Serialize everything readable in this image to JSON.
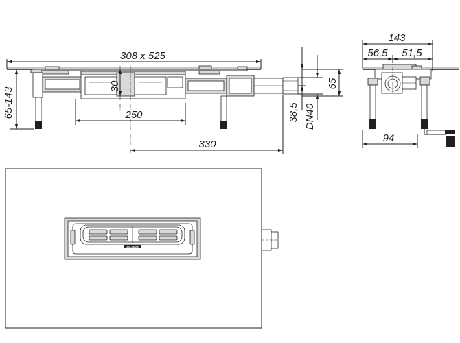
{
  "dimensions": {
    "overall_size": "308 x 525",
    "height_range": "65-143",
    "depth": "30",
    "outlet_offset": "250",
    "outlet_length": "330",
    "outlet_height": "38,5",
    "pipe_size": "DN40",
    "outlet_level": "65",
    "side_width": "143",
    "side_left": "56,5",
    "side_right": "51,5",
    "side_foot": "94"
  },
  "brand": "DALLMER",
  "colors": {
    "ink": "#231f20",
    "fill": "#d9d9d9"
  }
}
